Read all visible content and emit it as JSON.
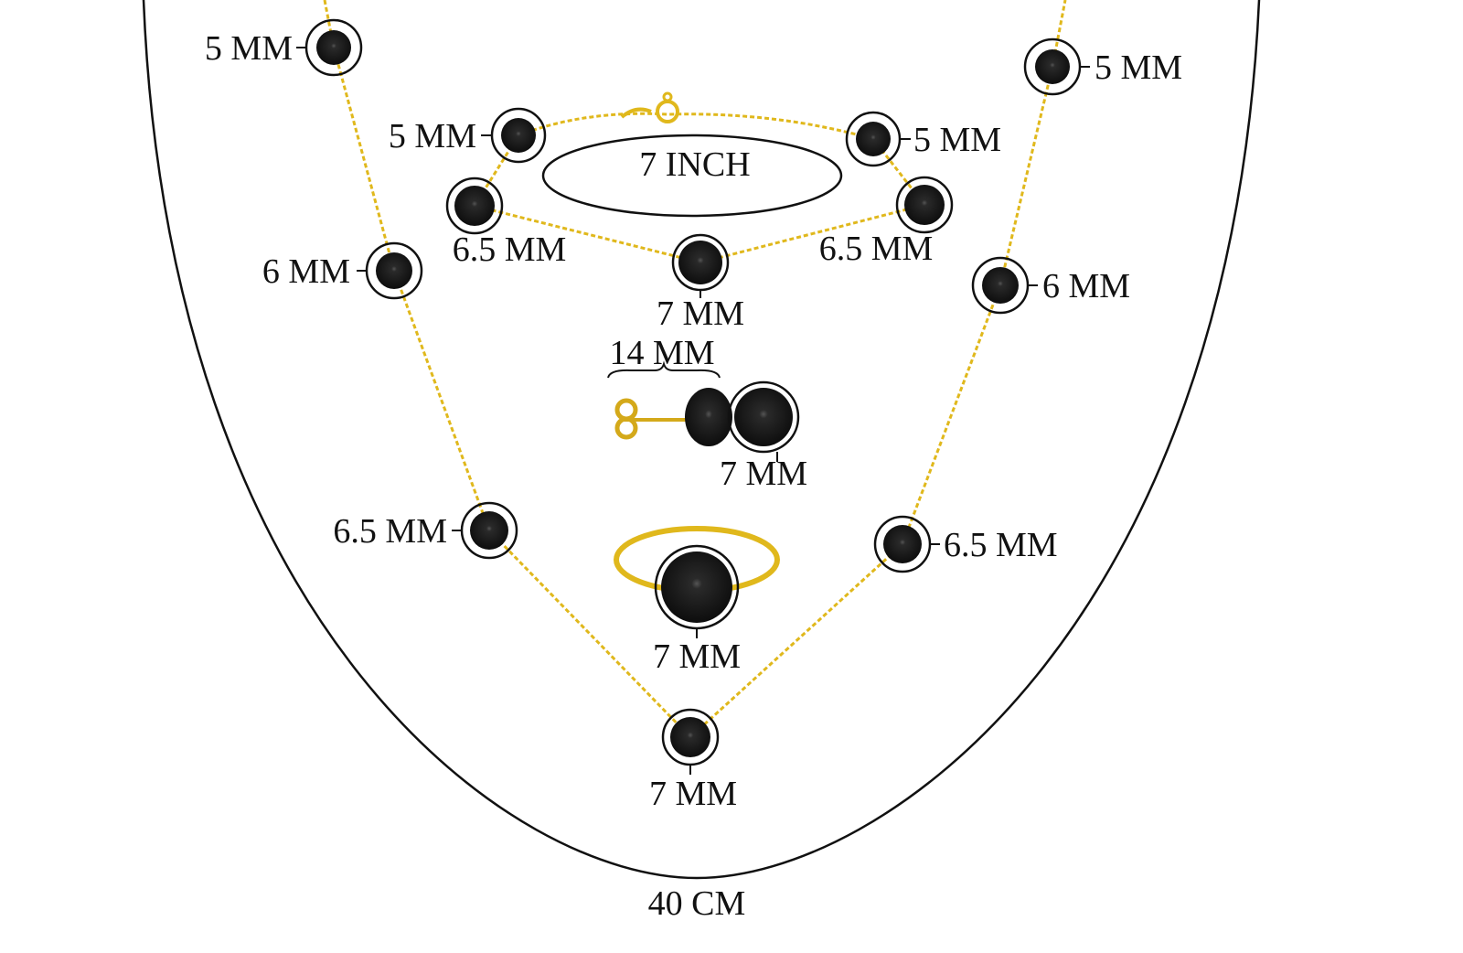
{
  "colors": {
    "gold": "#e0b81c",
    "pearl": "#1a1a1a",
    "outline": "#111111"
  },
  "necklace": {
    "length_label": "40 CM",
    "pearls": [
      "5 MM",
      "5 MM",
      "6 MM",
      "6 MM",
      "6.5 MM",
      "6.5 MM",
      "7 MM"
    ]
  },
  "bracelet": {
    "length_label": "7 INCH",
    "pearls": [
      "5 MM",
      "5 MM",
      "6.5 MM",
      "6.5 MM",
      "7 MM"
    ]
  },
  "earring": {
    "width_label": "14 MM",
    "pearl_label": "7 MM"
  },
  "ring": {
    "pearl_label": "7 MM"
  }
}
